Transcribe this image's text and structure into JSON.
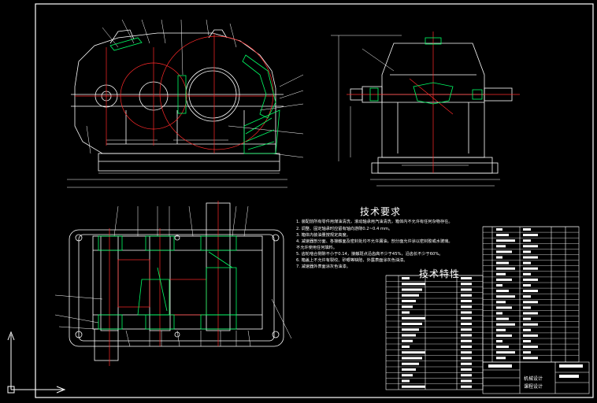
{
  "colors": {
    "background": "#000000",
    "outline": "#ffffff",
    "centerline": "#ff2a2a",
    "hatch": "#00ff66",
    "dimension": "#ffffff"
  },
  "icons": [
    "ucs-axis-icon"
  ],
  "notes": {
    "tech_requirements_title": "技术要求",
    "tech_requirements": [
      "1. 装配前所有零件用煤油清洗，滚动轴承用汽油清洗，箱体内不允许有任何杂物存在。",
      "2. 调整、固定轴承时应留有轴向游隙0.2~0.4 mm。",
      "3. 箱体内装油量按规定高度。",
      "4. 减速器剖分面、各接触面及密封处均不允许漏油，剖分面允许涂以密封胶或水玻璃。",
      "   不允许使用任何填料。",
      "5. 齿轮啮合侧隙不小于0.14，接触斑点沿齿高不少于45%，沿齿长不少于60%。",
      "6. 箱盖上不允许有裂纹、砂眼等缺陷，外露表面涂灰色油漆。",
      "7. 减速器外表面涂灰色油漆。"
    ],
    "tech_characteristics_title": "技术特性"
  },
  "title_block": {
    "line1": "机械设计",
    "line2": "课程设计"
  }
}
